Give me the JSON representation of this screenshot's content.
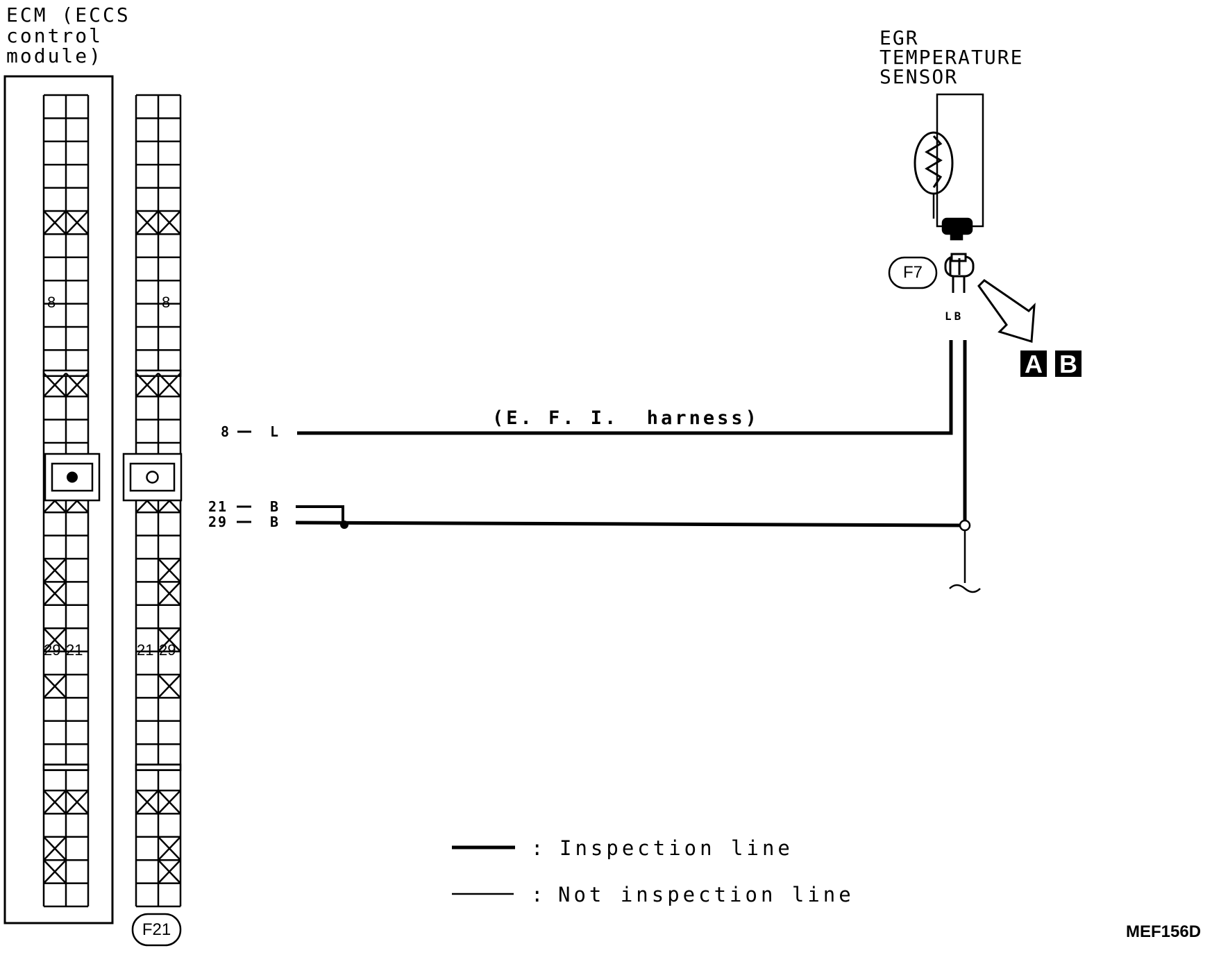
{
  "ecm": {
    "title_lines": [
      "ECM (ECCS",
      "control",
      "module)"
    ],
    "left_connector_labels": {
      "pin8": "8",
      "pin29": "29",
      "pin21": "21"
    },
    "right_connector_labels": {
      "pin8": "8",
      "pin21": "21",
      "pin29": "29"
    },
    "connector_id": "F21"
  },
  "sensor": {
    "title_lines": [
      "EGR",
      "TEMPERATURE",
      "SENSOR"
    ],
    "connector_id": "F7",
    "wire_colors_label": "LB",
    "callouts": [
      "A",
      "B"
    ]
  },
  "wires": {
    "w8": {
      "pin": "8",
      "color": "L"
    },
    "w21": {
      "pin": "21",
      "color": "B"
    },
    "w29": {
      "pin": "29",
      "color": "B"
    },
    "harness_label": "(E. F. I.  harness)"
  },
  "legend": {
    "inspection": {
      "sep": ":",
      "label": "Inspection line"
    },
    "not_inspection": {
      "sep": ":",
      "label": "Not inspection line"
    }
  },
  "figure_id": "MEF156D"
}
